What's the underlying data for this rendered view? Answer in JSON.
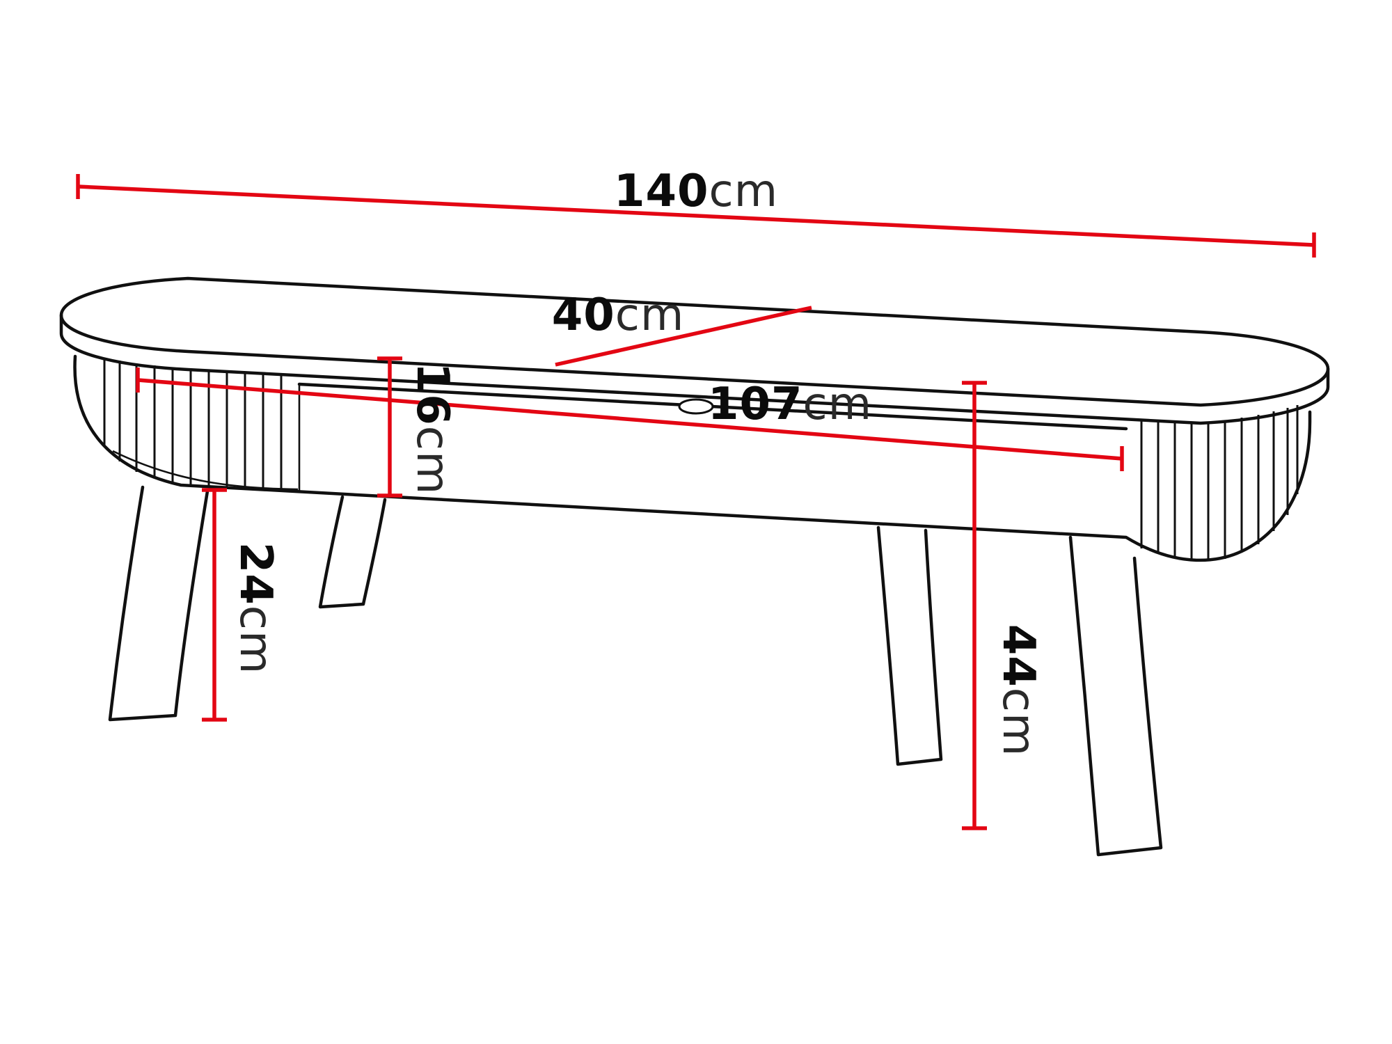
{
  "diagram": {
    "colors": {
      "dimension_line": "#e30613",
      "outline": "#101010",
      "background": "#ffffff"
    },
    "dimensions": {
      "overall_width": {
        "value": "140",
        "unit": "cm"
      },
      "depth": {
        "value": "40",
        "unit": "cm"
      },
      "inner_width": {
        "value": "107",
        "unit": "cm"
      },
      "niche_height": {
        "value": "16",
        "unit": "cm"
      },
      "leg_height": {
        "value": "24",
        "unit": "cm"
      },
      "overall_height": {
        "value": "44",
        "unit": "cm"
      }
    }
  }
}
